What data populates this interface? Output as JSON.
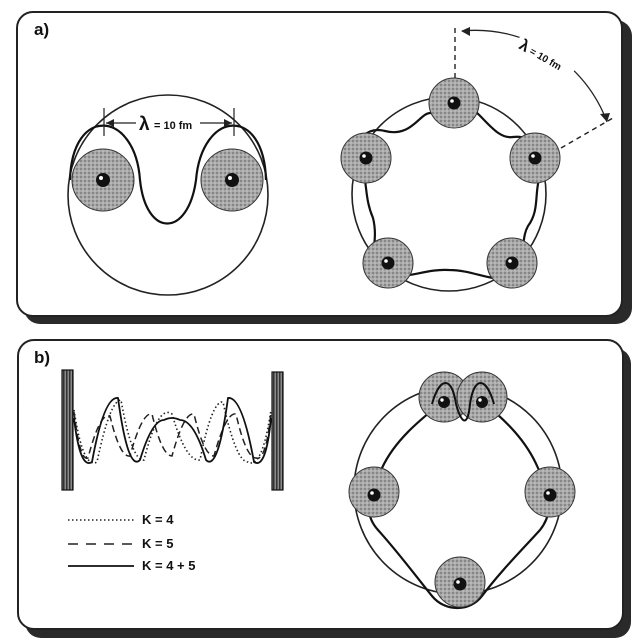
{
  "panel_a": {
    "label": "a)",
    "left_wavelength": {
      "symbol": "λ",
      "value": "= 10 fm"
    },
    "right_wavelength": {
      "symbol": "λ",
      "value": "= 10 fm"
    }
  },
  "panel_b": {
    "label": "b)",
    "legend": [
      {
        "style": "dotted",
        "text": "K = 4"
      },
      {
        "style": "dashed",
        "text": "K = 5"
      },
      {
        "style": "solid",
        "text": "K = 4 + 5"
      }
    ]
  }
}
